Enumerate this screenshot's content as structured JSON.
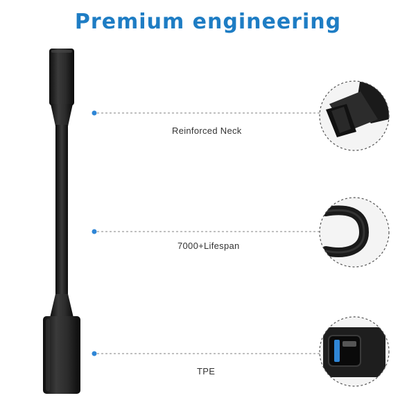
{
  "title": "Premium engineering",
  "features": [
    {
      "label": "Reinforced Neck",
      "icon": "cable-neck-closeup-icon"
    },
    {
      "label": "7000+Lifespan",
      "icon": "cable-bend-closeup-icon"
    },
    {
      "label": "TPE",
      "icon": "usb-port-closeup-icon"
    }
  ],
  "colors": {
    "title": "#1e7dc4",
    "accent": "#2f86d6",
    "cable": "#1f1f1f",
    "connector": "#2a2a2a",
    "dash": "#9a9a9a"
  }
}
